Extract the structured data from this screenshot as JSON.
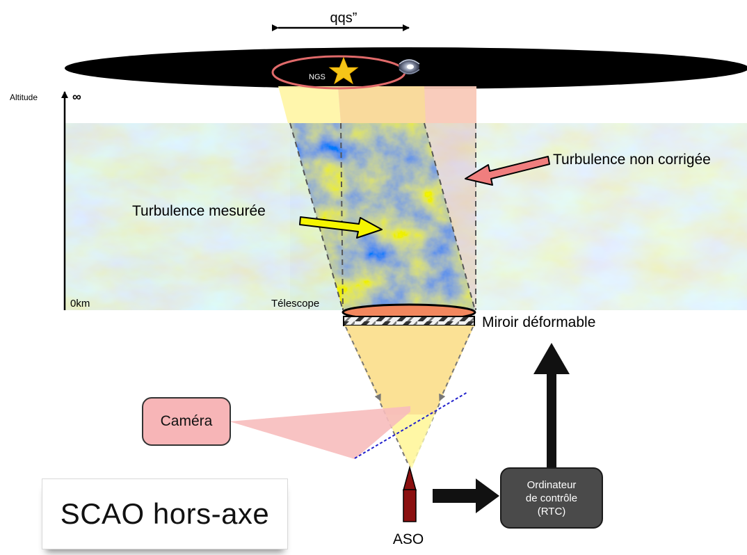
{
  "header": {
    "angle_label": "qqs”"
  },
  "sky": {
    "ngs_label": "NGS"
  },
  "altitude_axis": {
    "label": "Altitude",
    "top_label": "∞",
    "bottom_label": "0km"
  },
  "labels": {
    "telescope": "Télescope",
    "measured_turbulence": "Turbulence mesurée",
    "uncorrected_turbulence": "Turbulence non corrigée",
    "deformable_mirror": "Miroir déformable",
    "wfs": "ASO"
  },
  "boxes": {
    "camera": "Caméra",
    "rtc": "Ordinateur\nde contrôle\n(RTC)",
    "title": "SCAO hors-axe"
  },
  "colors": {
    "star": "#f5c518",
    "ngs_ring": "#e06a6a",
    "measured_arrow": "#f5f500",
    "uncorrected_arrow": "#f07e7e",
    "camera_fill": "#f7b5b7",
    "rtc_fill": "#4a4a4a",
    "dichroic": "#2020cc",
    "wfs_fill": "#8b1010"
  }
}
